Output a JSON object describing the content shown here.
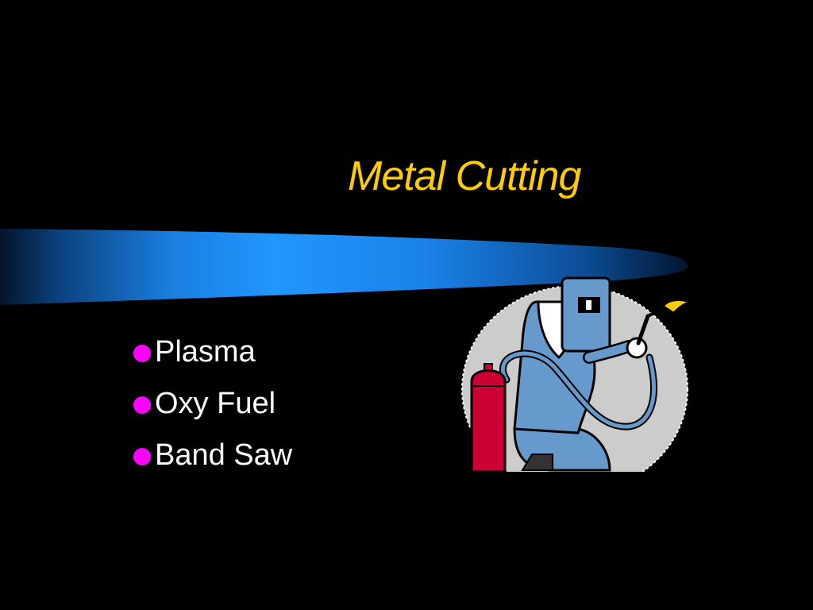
{
  "slide": {
    "title": "Metal Cutting",
    "bullets": [
      {
        "label": "Plasma"
      },
      {
        "label": "Oxy Fuel"
      },
      {
        "label": "Band Saw"
      }
    ]
  },
  "colors": {
    "background": "#000000",
    "title": "#FFCC00",
    "bullet_dot": "#FF00FF",
    "bullet_text": "#FFFFFF",
    "swoosh": "#1E90FF",
    "clipart_circle": "#CCCCCC",
    "welder_body": "#6699CC",
    "tank": "#CC0033",
    "flame": "#FFCC00"
  },
  "icons": {
    "decoration": "blue-swoosh-bar",
    "illustration": "welder-with-torch-icon"
  }
}
